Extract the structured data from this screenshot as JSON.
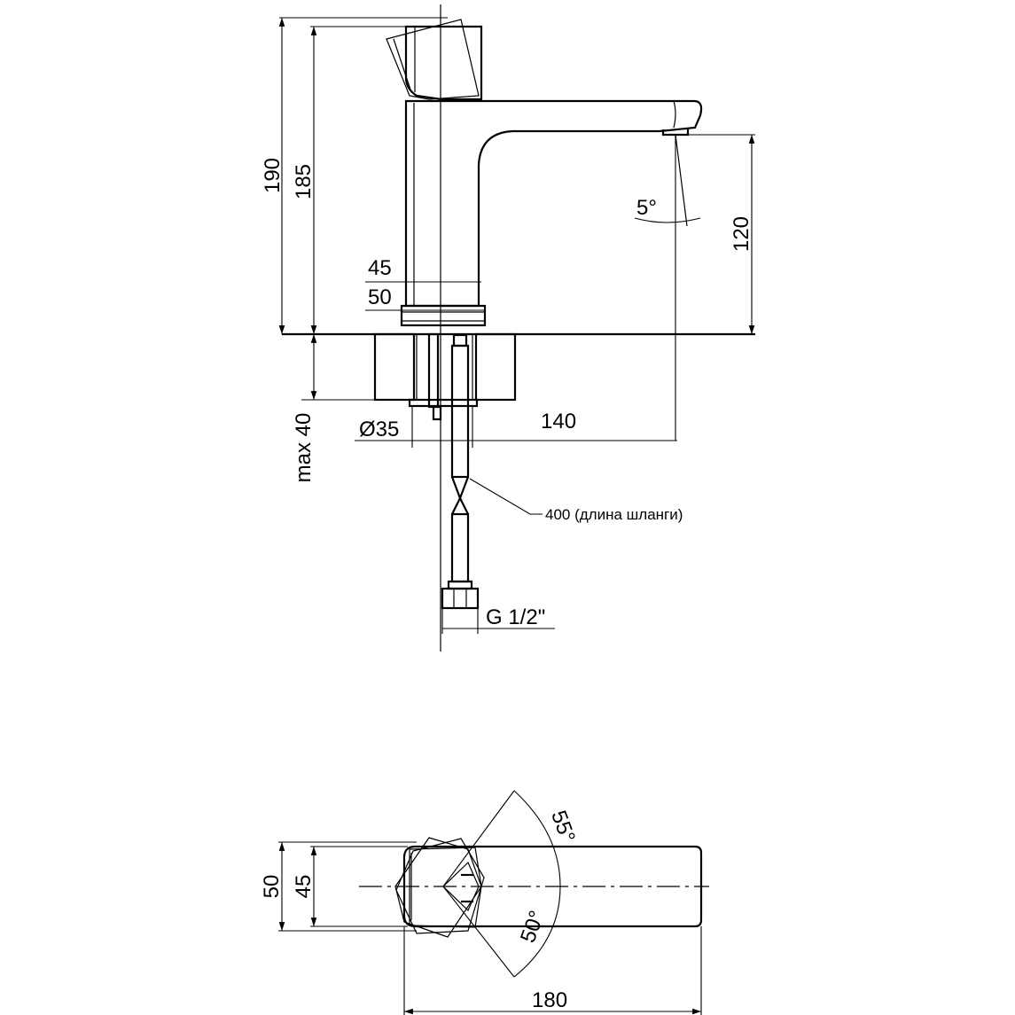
{
  "side_view": {
    "dim_height_total": "190",
    "dim_height_body": "185",
    "dim_spout_height": "120",
    "dim_spout_angle": "5°",
    "dim_width_45": "45",
    "dim_width_50": "50",
    "dim_max_40": "max 40",
    "dim_hole_diameter": "Ø35",
    "dim_reach": "140",
    "hose_note": "400 (длина шланги)",
    "thread_size": "G 1/2\""
  },
  "top_view": {
    "dim_width_50": "50",
    "dim_width_45": "45",
    "dim_angle_55": "55°",
    "dim_angle_50": "50°",
    "dim_length_180": "180"
  }
}
